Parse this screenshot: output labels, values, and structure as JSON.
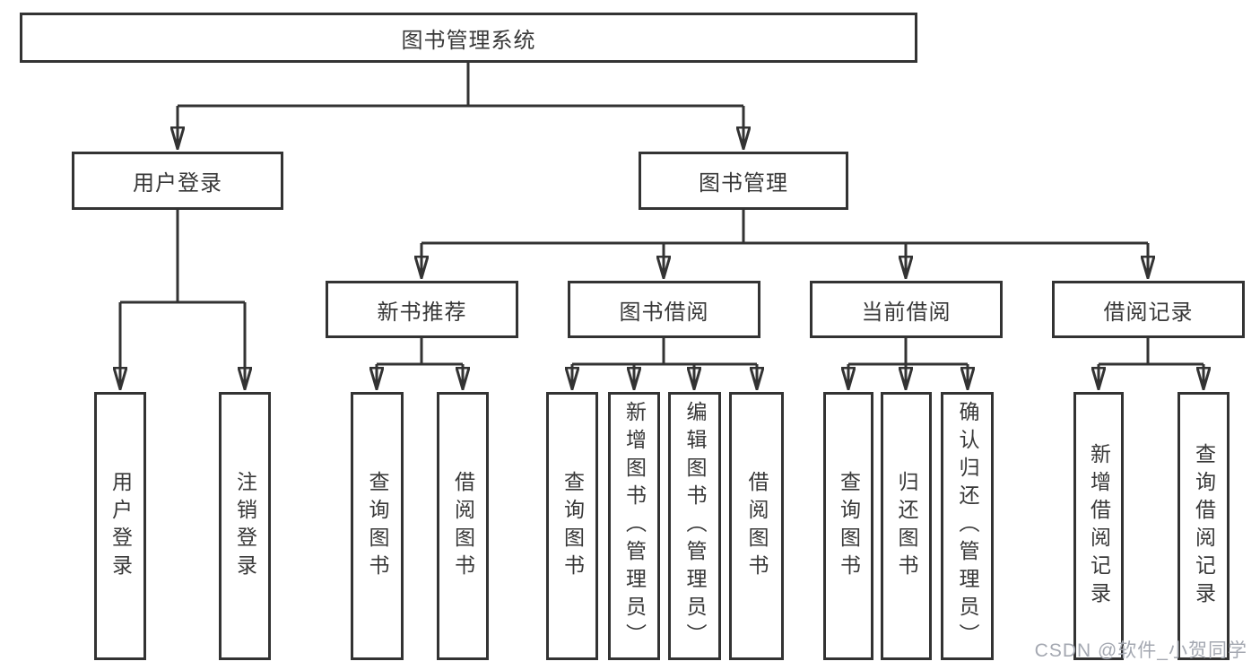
{
  "tree": {
    "label": "图书管理系统",
    "children": [
      {
        "label": "用户登录",
        "children": [
          {
            "label": "用户登录"
          },
          {
            "label": "注销登录"
          }
        ]
      },
      {
        "label": "图书管理",
        "children": [
          {
            "label": "新书推荐",
            "children": [
              {
                "label": "查询图书"
              },
              {
                "label": "借阅图书"
              }
            ]
          },
          {
            "label": "图书借阅",
            "children": [
              {
                "label": "查询图书"
              },
              {
                "label": "新增图书（管理员）"
              },
              {
                "label": "编辑图书（管理员）"
              },
              {
                "label": "借阅图书"
              }
            ]
          },
          {
            "label": "当前借阅",
            "children": [
              {
                "label": "查询图书"
              },
              {
                "label": "归还图书"
              },
              {
                "label": "确认归还（管理员）"
              }
            ]
          },
          {
            "label": "借阅记录",
            "children": [
              {
                "label": "新增借阅记录"
              },
              {
                "label": "查询借阅记录"
              }
            ]
          }
        ]
      }
    ]
  },
  "watermark": {
    "text": "CSDN @软件_小贺同学"
  },
  "colors": {
    "line": "#333333",
    "box_border": "#333333",
    "text": "#383838",
    "watermark": "#a4a8b1",
    "background": "#ffffff"
  }
}
